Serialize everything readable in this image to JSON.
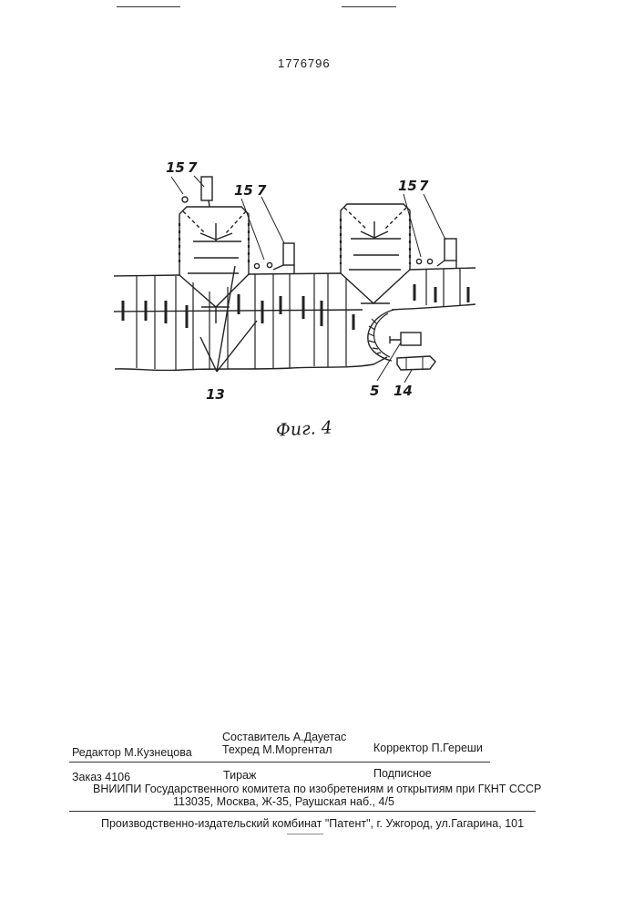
{
  "page_number": "1776796",
  "figure": {
    "caption": "Фиг. 4",
    "callouts": {
      "c15a": "15",
      "c7a": "7",
      "c15b": "15",
      "c7b": "7",
      "c15c": "15",
      "c7c": "7",
      "c13": "13",
      "c5": "5",
      "c14": "14"
    }
  },
  "footer": {
    "compiler": "Составитель  А.Дауетас",
    "editor": "Редактор М.Кузнецова",
    "techred": "Техред М.Моргентал",
    "corrector": "Корректор П.Гереши",
    "order": "Заказ 4106",
    "circulation": "Тираж",
    "subscription": "Подписное",
    "org_line": "ВНИИПИ Государственного комитета по изобретениям и открытиям при ГКНТ СССР",
    "address": "113035, Москва, Ж-35, Раушская наб., 4/5",
    "printer": "Производственно-издательский комбинат \"Патент\", г. Ужгород, ул.Гагарина, 101"
  }
}
